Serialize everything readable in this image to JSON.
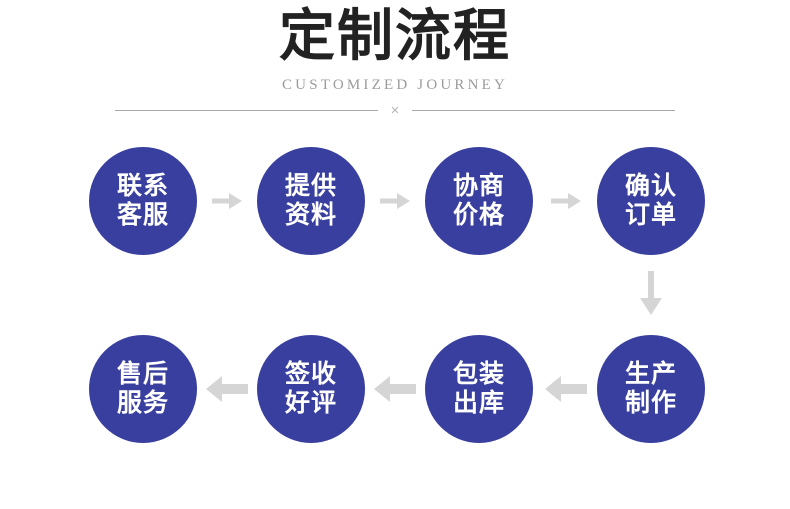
{
  "header": {
    "title": "定制流程",
    "subtitle": "CUSTOMIZED JOURNEY",
    "divider_symbol": "×"
  },
  "theme": {
    "circle_color": "#393F9E",
    "arrow_color": "#D5D5D5",
    "title_color": "#222222",
    "subtitle_color": "#9B9B9B",
    "divider_color": "#A8A8AC",
    "background": "#FFFFFF",
    "node_text_color": "#FFFFFF"
  },
  "flow": {
    "row1": {
      "direction": "left-to-right",
      "arrow_icon": "arrow-right-icon",
      "nodes": [
        {
          "line1": "联系",
          "line2": "客服"
        },
        {
          "line1": "提供",
          "line2": "资料"
        },
        {
          "line1": "协商",
          "line2": "价格"
        },
        {
          "line1": "确认",
          "line2": "订单"
        }
      ]
    },
    "connector": {
      "icon": "arrow-down-icon",
      "direction": "down"
    },
    "row2": {
      "direction": "right-to-left",
      "arrow_icon": "arrow-left-icon",
      "nodes": [
        {
          "line1": "售后",
          "line2": "服务"
        },
        {
          "line1": "签收",
          "line2": "好评"
        },
        {
          "line1": "包装",
          "line2": "出库"
        },
        {
          "line1": "生产",
          "line2": "制作"
        }
      ]
    }
  }
}
